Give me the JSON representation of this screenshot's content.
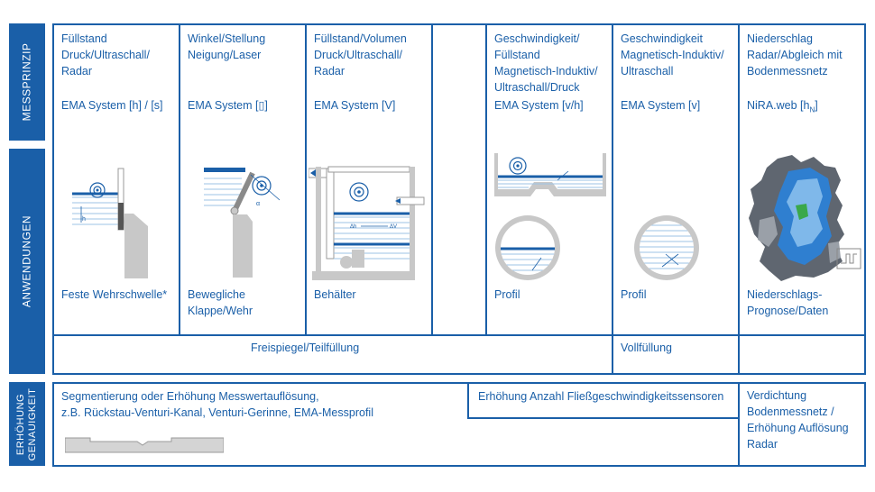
{
  "side_labels": {
    "messprinzip": "MESSPRINZIP",
    "anwendungen": "ANWENDUNGEN",
    "genauigkeit": "ERHÖHUNG\nGENAUIGKEIT"
  },
  "columns": [
    {
      "principle": "Füllstand\nDruck/Ultraschall/\nRadar",
      "system": "EMA System [h] / [s]",
      "application": "Feste Wehrschwelle*"
    },
    {
      "principle": "Winkel/Stellung\nNeigung/Laser",
      "system": "EMA System [▯]",
      "application": "Bewegliche\nKlappe/Wehr"
    },
    {
      "principle": "Füllstand/Volumen\nDruck/Ultraschall/\nRadar",
      "system": "EMA System [V]",
      "application": "Behälter"
    },
    {
      "principle": "Geschwindigkeit/\nFüllstand\nMagnetisch-Induktiv/\nUltraschall/Druck",
      "system": "EMA System [v/h]",
      "application": "Profil"
    },
    {
      "principle": "Geschwindigkeit\nMagnetisch-Induktiv/\nUltraschall",
      "system": "EMA System [v]",
      "application": "Profil"
    },
    {
      "principle": "Niederschlag\nRadar/Abgleich mit\nBodenmessnetz",
      "system": "NiRA.web [h",
      "system_sub": "N",
      "system_end": "]",
      "application": "Niederschlags-\nPrognose/Daten"
    }
  ],
  "flow": {
    "freispiegel": "Freispiegel/Teilfüllung",
    "vollfuellung": "Vollfüllung"
  },
  "accuracy": {
    "segment": "Segmentierung oder Erhöhung Messwertauflösung,\nz.B. Rückstau-Venturi-Kanal, Venturi-Gerinne, EMA-Messprofil",
    "sensors": "Erhöhung Anzahl Fließgeschwindigkeitssensoren",
    "density": "Verdichtung\nBodenmessnetz /\nErhöhung Auflösung\nRadar"
  },
  "diagram_labels": {
    "h": "h",
    "dh": "Δh",
    "dv": "ΔV",
    "alpha": "α"
  },
  "colors": {
    "brand_blue": "#1a5fa8",
    "light_blue": "#9cc3e6",
    "grey": "#c8c8c8"
  }
}
